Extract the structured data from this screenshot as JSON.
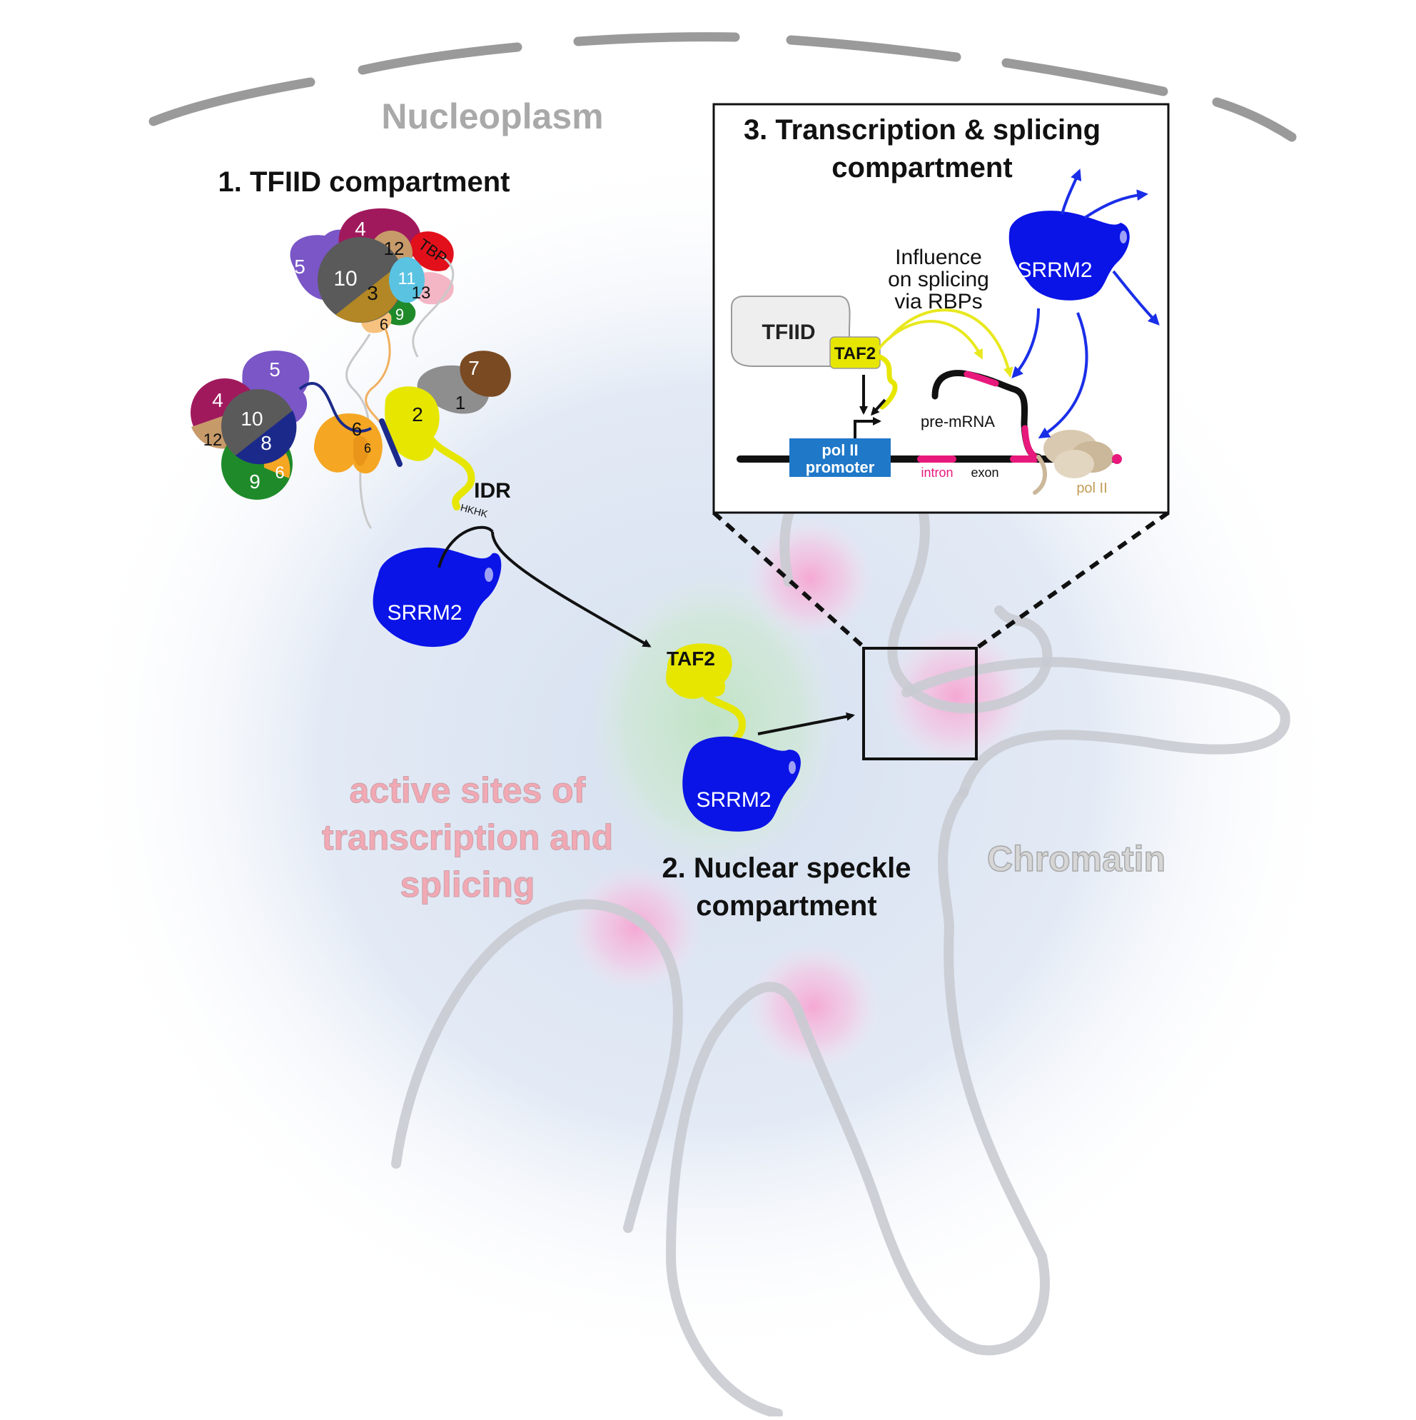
{
  "labels": {
    "nucleoplasm": "Nucleoplasm",
    "chromatin": "Chromatin",
    "active_sites": [
      "active sites of",
      "transcription and",
      "splicing"
    ]
  },
  "compartments": {
    "tfiid": "1. TFIID compartment",
    "speckle": [
      "2. Nuclear speckle",
      "compartment"
    ],
    "transcription": [
      "3. Transcription & splicing",
      "compartment"
    ]
  },
  "tfiid_complex": {
    "top_lobe": [
      "4",
      "5",
      "10",
      "3",
      "12",
      "11",
      "13",
      "6",
      "9",
      "TBP"
    ],
    "bottom_lobe": [
      "4",
      "12",
      "10",
      "8",
      "9",
      "6",
      "5",
      "6",
      "6",
      "7",
      "1",
      "2"
    ],
    "idr_label": "IDR",
    "motif": "HKHK"
  },
  "proteins": {
    "srrm2": "SRRM2",
    "taf2": "TAF2",
    "tfiid": "TFIID",
    "pol2": "pol II"
  },
  "inset": {
    "influence": [
      "Influence",
      "on splicing",
      "via RBPs"
    ],
    "pre_mrna": "pre-mRNA",
    "promoter": [
      "pol II",
      "promoter"
    ],
    "intron": "intron",
    "exon": "exon"
  },
  "colors": {
    "srrm2": "#0a14e6",
    "taf2": "#e6e600",
    "mrna_pink": "#e8197c",
    "promoter_blue": "#1f78c8",
    "arrow_blue": "#1a2ee8",
    "arrow_yellow": "#e8e81e",
    "active_sites_text": "#f2a9b4"
  }
}
